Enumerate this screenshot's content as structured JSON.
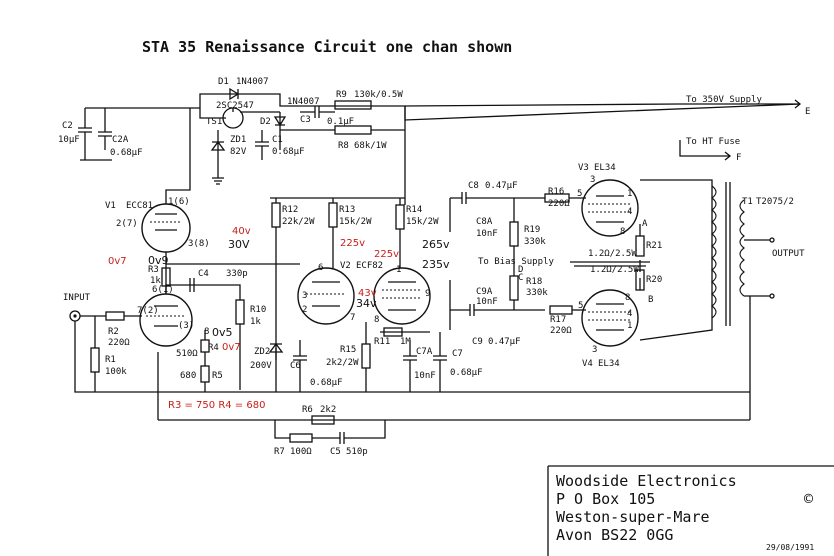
{
  "title": "STA 35 Renaissance  Circuit one chan shown",
  "components": {
    "D1": "D1",
    "D1_part": "1N4007",
    "TS1": "TS1",
    "TS1_part": "2SC2547",
    "D2": "D2",
    "D2_part": "1N4007",
    "ZD1": "ZD1",
    "ZD1_val": "82V",
    "C1": "C1",
    "C1_val": "0.68µF",
    "C2": "C2",
    "C2_val": "10µF",
    "C2A": "C2A",
    "C2A_val": "0.68µF",
    "C3": "C3",
    "C3_val": "0.1µF",
    "R9": "R9",
    "R9_val": "130k/0.5W",
    "R8": "R8",
    "R8_val": "68k/1W",
    "V1": "V1",
    "V1_part": "ECC81",
    "R12": "R12",
    "R12_val": "22k/2W",
    "R13": "R13",
    "R13_val": "15k/2W",
    "R14": "R14",
    "R14_val": "15k/2W",
    "C8": "C8",
    "C8_val": "0.47µF",
    "R16": "R16",
    "R16_val": "220Ω",
    "V3": "V3",
    "V3_part": "EL34",
    "C8A": "C8A",
    "C8A_val": "10nF",
    "R19": "R19",
    "R19_val": "330k",
    "V2": "V2",
    "V2_part": "ECF82",
    "R3": "R3",
    "R3_val": "1k",
    "C4": "C4",
    "C4_val": "330p",
    "R10": "R10",
    "R10_val": "1k",
    "R2": "R2",
    "R2_val": "220Ω",
    "R1": "R1",
    "R1_val": "100k",
    "R4": "R4",
    "R4_val": "510Ω",
    "R5": "R5",
    "R5_val": "680",
    "ZD2": "ZD2",
    "ZD2_val": "200V",
    "C6": "C6",
    "C6_val": "0.68µF",
    "R15": "R15",
    "R15_val": "2k2/2W",
    "R11": "R11",
    "R11_val": "1M",
    "C7A": "C7A",
    "C7A_val": "10nF",
    "C7": "C7",
    "C7_val": "0.68µF",
    "C9A": "C9A",
    "C9A_val": "10nF",
    "C9": "C9",
    "C9_val": "0.47µF",
    "R18": "R18",
    "R18_val": "330k",
    "R17": "R17",
    "R17_val": "220Ω",
    "V4": "V4",
    "V4_part": "EL34",
    "R21": "R21",
    "R21_val": "1.2Ω/2.5W",
    "R20": "R20",
    "R20_val": "1.2Ω/2.5W",
    "T1": "T1",
    "T1_part": "T2075/2",
    "R6": "R6",
    "R6_val": "2k2",
    "R7": "R7",
    "R7_val": "100Ω",
    "C5": "C5",
    "C5_val": "510p"
  },
  "pins": {
    "v1_16": "1(6)",
    "v1_27": "2(7)",
    "v1_38": "3(8)",
    "v1_61": "6(1)",
    "v1_72": "7(2)",
    "v1_3": "(3)",
    "v1_8": "8",
    "v2_6": "6",
    "v2_1": "1",
    "v2_3": "3",
    "v2_2": "2",
    "v2_7": "7",
    "v2_8": "8",
    "v2_9": "9",
    "v3_3": "3",
    "v3_1": "1",
    "v3_4": "4",
    "v3_5": "5",
    "v4_5": "5",
    "v4_8": "8",
    "v4_1": "1",
    "v4_4": "4",
    "v4_3": "3",
    "node_a": "A",
    "node_b": "B",
    "node_c": "C",
    "node_d": "D",
    "v3_8": "8"
  },
  "signals": {
    "supply_350": "To 350V Supply",
    "node_e": "E",
    "ht_fuse": "To HT Fuse",
    "node_f": "F",
    "bias_supply": "To Bias Supply",
    "input": "INPUT",
    "output": "OUTPUT"
  },
  "voltages": {
    "v40": "40v",
    "v30": "30V",
    "v0v7_a": "0v7",
    "v0v9": "0v9",
    "v225_a": "225v",
    "v225_b": "225v",
    "v265": "265v",
    "v235": "235v",
    "v43": "43v",
    "v34": "34v",
    "v0v5": "0v5",
    "v0v7_b": "0v7"
  },
  "note": "R3 = 750  R4 = 680",
  "title_block": {
    "line1": "Woodside Electronics",
    "line2": "P O Box 105",
    "copyright": "©",
    "line3": "Weston-super-Mare",
    "line4": "Avon BS22 0GG",
    "date": "29/08/1991"
  }
}
